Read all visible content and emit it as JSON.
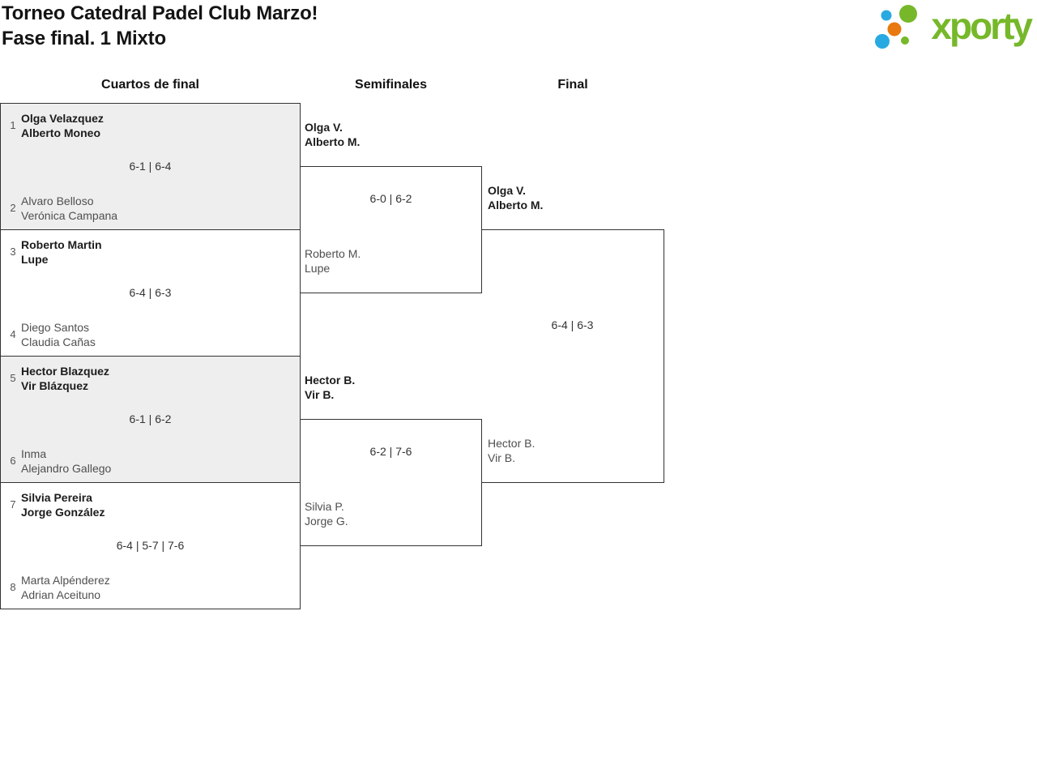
{
  "title": {
    "line1": "Torneo Catedral Padel Club Marzo!",
    "line2": "Fase final. 1 Mixto"
  },
  "logo": {
    "brand": "xporty"
  },
  "round_headers": [
    {
      "label": "Cuartos de final"
    },
    {
      "label": "Semifinales"
    },
    {
      "label": "Final"
    }
  ],
  "matches": {
    "qf1": {
      "seed_top": "1",
      "team_top": [
        "Olga Velazquez",
        "Alberto Moneo"
      ],
      "score": "6-1 | 6-4",
      "seed_bottom": "2",
      "team_bottom": [
        "Alvaro Belloso",
        "Verónica Campana"
      ]
    },
    "qf2": {
      "seed_top": "3",
      "team_top": [
        "Roberto Martin",
        "Lupe"
      ],
      "score": "6-4 | 6-3",
      "seed_bottom": "4",
      "team_bottom": [
        "Diego Santos",
        "Claudia Cañas"
      ]
    },
    "qf3": {
      "seed_top": "5",
      "team_top": [
        "Hector Blazquez",
        "Vir Blázquez"
      ],
      "score": "6-1 | 6-2",
      "seed_bottom": "6",
      "team_bottom": [
        "Inma",
        "Alejandro Gallego"
      ]
    },
    "qf4": {
      "seed_top": "7",
      "team_top": [
        "Silvia Pereira",
        "Jorge González"
      ],
      "score": "6-4 | 5-7 | 7-6",
      "seed_bottom": "8",
      "team_bottom": [
        "Marta Alpénderez",
        "Adrian Aceituno"
      ]
    },
    "sf1": {
      "team_top": [
        "Olga V.",
        "Alberto M."
      ],
      "score": "6-0 | 6-2",
      "team_bottom": [
        "Roberto M.",
        "Lupe"
      ]
    },
    "sf2": {
      "team_top": [
        "Hector B.",
        "Vir B."
      ],
      "score": "6-2 | 7-6",
      "team_bottom": [
        "Silvia P.",
        "Jorge G."
      ]
    },
    "final": {
      "team_top": [
        "Olga V.",
        "Alberto M."
      ],
      "score": "6-4 | 6-3",
      "team_bottom": [
        "Hector B.",
        "Vir B."
      ]
    }
  },
  "colors": {
    "accent_green": "#76b82a",
    "accent_blue": "#29a9e1",
    "accent_orange": "#e8780f",
    "box_shade": "#eeeeee",
    "line": "#333333"
  }
}
